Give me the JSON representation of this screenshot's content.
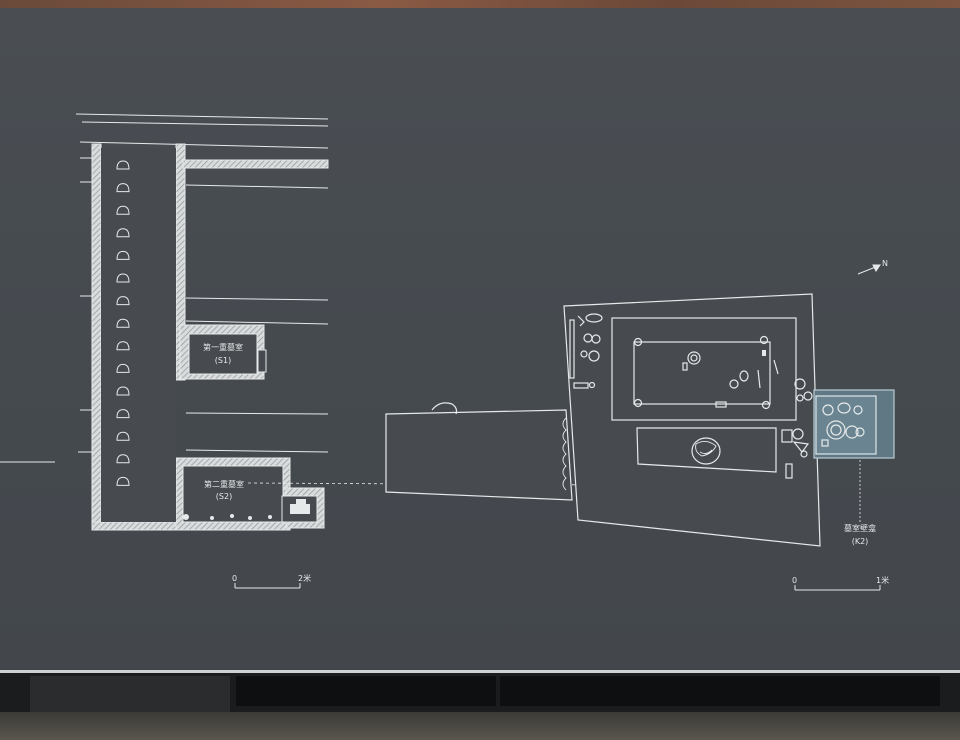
{
  "plan": {
    "chamber_s1": {
      "name": "第一重墓室",
      "code": "(S1)"
    },
    "chamber_s2": {
      "name": "第二重墓室",
      "code": "(S2)"
    },
    "pit_k2": {
      "name": "墓室壁龛",
      "code": "(K2)"
    },
    "north_arrow": "N",
    "left_scale": {
      "start": "0",
      "end": "2米"
    },
    "right_scale": {
      "start": "0",
      "end": "1米"
    }
  },
  "colors": {
    "board": "#474b50",
    "line": "#e6e9ea",
    "highlight": "#8fb3c0"
  }
}
